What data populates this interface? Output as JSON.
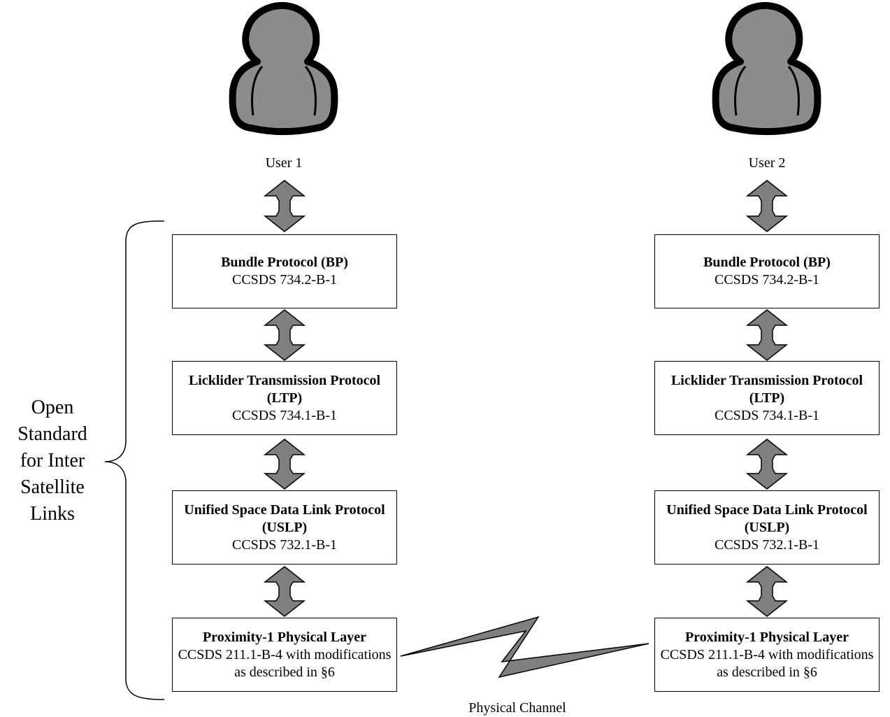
{
  "users": [
    {
      "label": "User 1"
    },
    {
      "label": "User 2"
    }
  ],
  "stack": [
    {
      "name": "Bundle Protocol (BP)",
      "spec": "CCSDS 734.2-B-1"
    },
    {
      "name": "Licklider Transmission Protocol (LTP)",
      "spec": "CCSDS 734.1-B-1"
    },
    {
      "name": "Unified Space Data Link Protocol (USLP)",
      "spec": "CCSDS 732.1-B-1"
    },
    {
      "name": "Proximity-1 Physical Layer",
      "spec": "CCSDS 211.1-B-4 with modifications as described in §6"
    }
  ],
  "brace_label": "Open\nStandard\nfor Inter\nSatellite\nLinks",
  "channel_label": "Physical Channel",
  "colors": {
    "figure_fill": "#8c8c8c",
    "arrow_fill": "#7f7f7f",
    "outline": "#000000",
    "box_fill": "#ffffff"
  }
}
